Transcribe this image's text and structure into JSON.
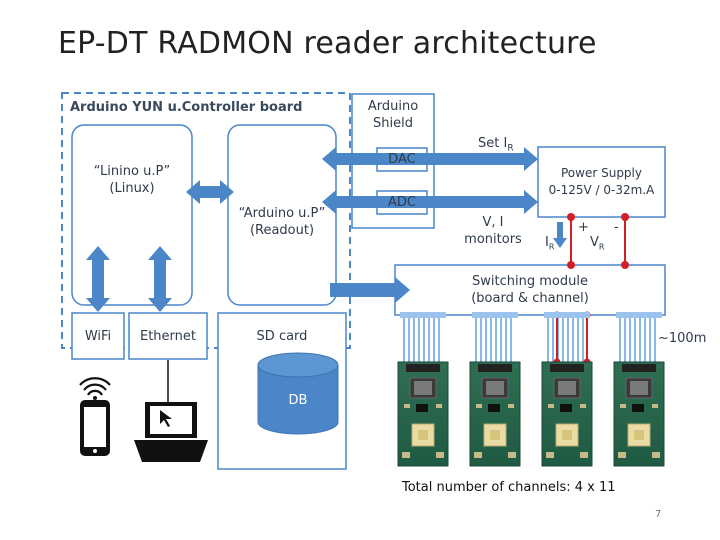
{
  "title": "EP-DT RADMON reader architecture",
  "board": {
    "label": "Arduino YUN u.Controller board"
  },
  "linino": {
    "line1": "“Linino u.P”",
    "line2": "(Linux)"
  },
  "arduino_up": {
    "line1": "“Arduino u.P”",
    "line2": "(Readout)"
  },
  "shield": {
    "line1": "Arduino",
    "line2": "Shield",
    "dac": "DAC",
    "adc": "ADC"
  },
  "wifi": "WiFi",
  "ethernet": "Ethernet",
  "sdcard": "SD card",
  "db": "DB",
  "set_ir": {
    "text": "Set I",
    "sub": "R"
  },
  "monitors": {
    "line1": "V, I",
    "line2": "monitors"
  },
  "power_supply": {
    "line1": "Power Supply",
    "line2": "0-125V / 0-32m.A"
  },
  "polarity": {
    "ir": "I",
    "ir_sub": "R",
    "plus": "+",
    "minus": "-",
    "vr": "V",
    "vr_sub": "R"
  },
  "switching": {
    "line1": "Switching module",
    "line2": "(board & channel)"
  },
  "cable_length": "~100m",
  "footer": "Total number of channels: 4 x 11",
  "page_number": "7",
  "colors": {
    "box_border": "#4a86c8",
    "box_fill": "#ffffff",
    "arrow": "#4a86c8",
    "red": "#d21f26",
    "board_dash": "#4a86c8"
  }
}
